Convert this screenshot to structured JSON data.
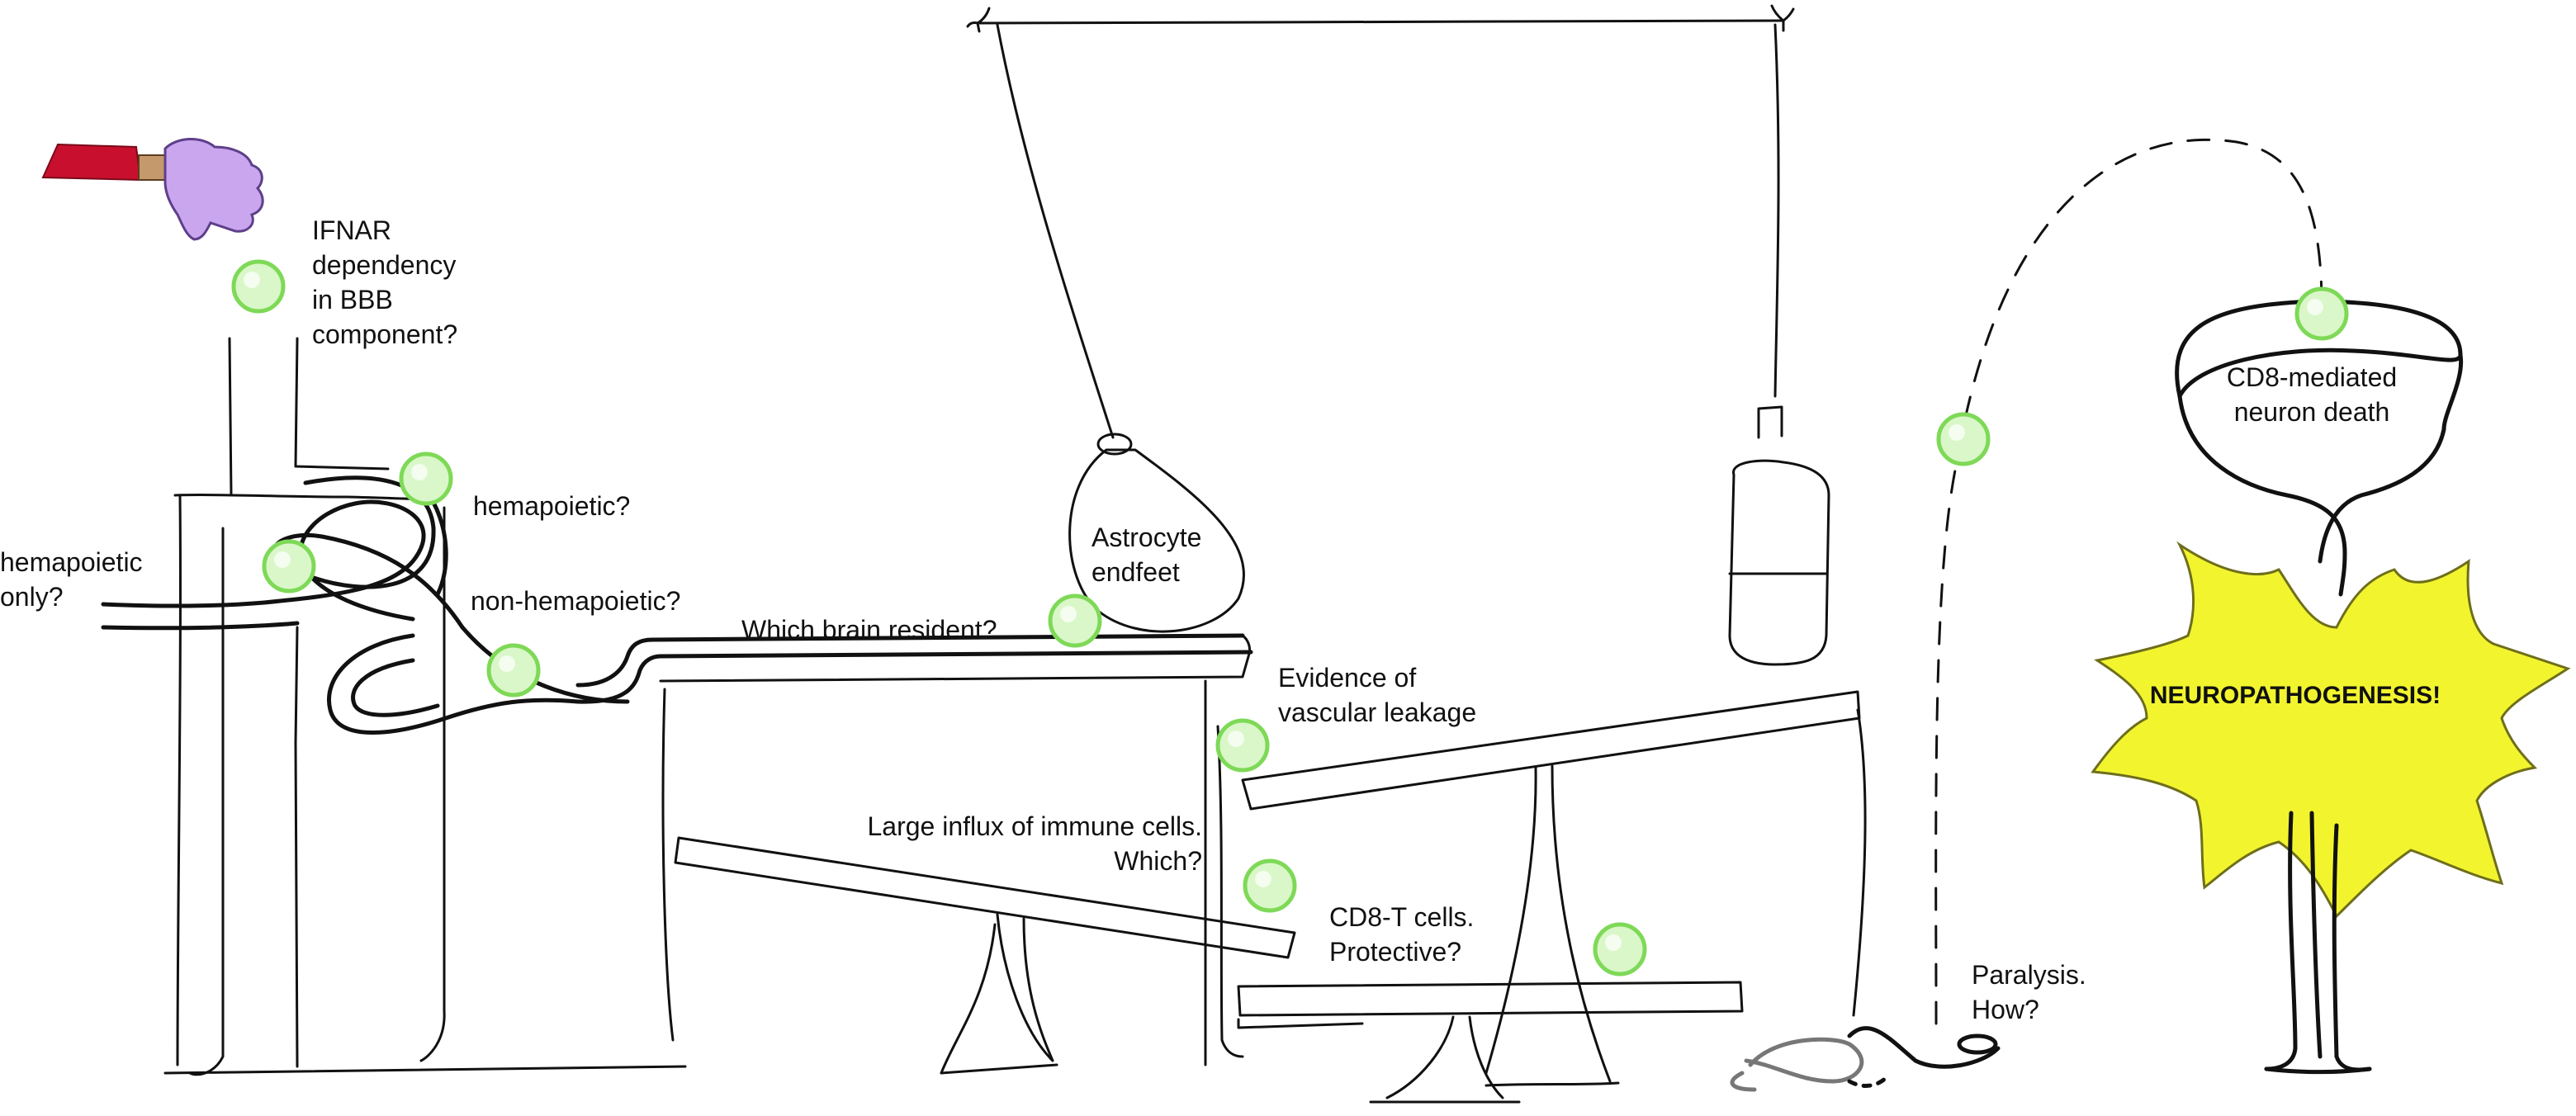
{
  "diagram": {
    "labels": {
      "ifnar_question": "IFNAR\ndependency\nin BBB\ncomponent?",
      "hemapoietic_q": "hemapoietic?",
      "hemapoietic_only": "hemapoietic\nonly?",
      "non_hemapoietic": "non-hemapoietic?",
      "brain_resident": "Which brain resident?",
      "astrocyte": "Astrocyte\nendfeet",
      "vascular_leakage": "Evidence of\nvascular leakage",
      "immune_influx": "Large influx of immune cells.\nWhich?",
      "cd8_t_cells": "CD8-T cells.\nProtective?",
      "paralysis": "Paralysis.\nHow?",
      "cd8_neuron_death": "CD8-mediated\nneuron death",
      "neuropathogenesis": "NEUROPATHOGENESIS!"
    },
    "colors": {
      "ink": "#111111",
      "ball_fill": "#d9f7c8",
      "ball_stroke": "#7ed957",
      "burst_fill": "#f2f52e",
      "burst_stroke": "#7a7a20",
      "glove_fill": "#c9a6ee",
      "glove_stroke": "#5e3f8a",
      "cuff_fill": "#c8102e",
      "wrist_fill": "#c49a6c",
      "boot_stroke": "#777777"
    },
    "icons": [
      "pointing-glove-icon",
      "green-ball-icon",
      "sandbag-icon",
      "cylinder-weight-icon",
      "starburst-icon",
      "boot-icon"
    ]
  }
}
